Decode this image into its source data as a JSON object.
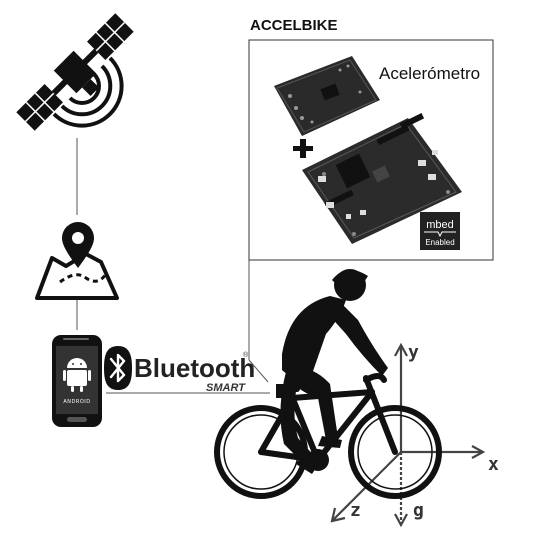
{
  "title": "ACCELBIKE",
  "accelerometer_label": "Acelerómetro",
  "plus_sign": "+",
  "mbed_badge": {
    "line1": "mbed",
    "line2": "Enabled"
  },
  "bluetooth": {
    "word": "Bluetooth",
    "smart": "SMART",
    "registered": "®"
  },
  "phone": {
    "os_text": "ANDROID"
  },
  "axes": {
    "y": "y",
    "x": "x",
    "z": "z",
    "g": "g"
  },
  "icons": [
    "satellite-icon",
    "map-pin-icon",
    "smartphone-icon",
    "bluetooth-icon",
    "cyclist-icon",
    "accelerometer-board-icon",
    "microcontroller-board-icon"
  ]
}
